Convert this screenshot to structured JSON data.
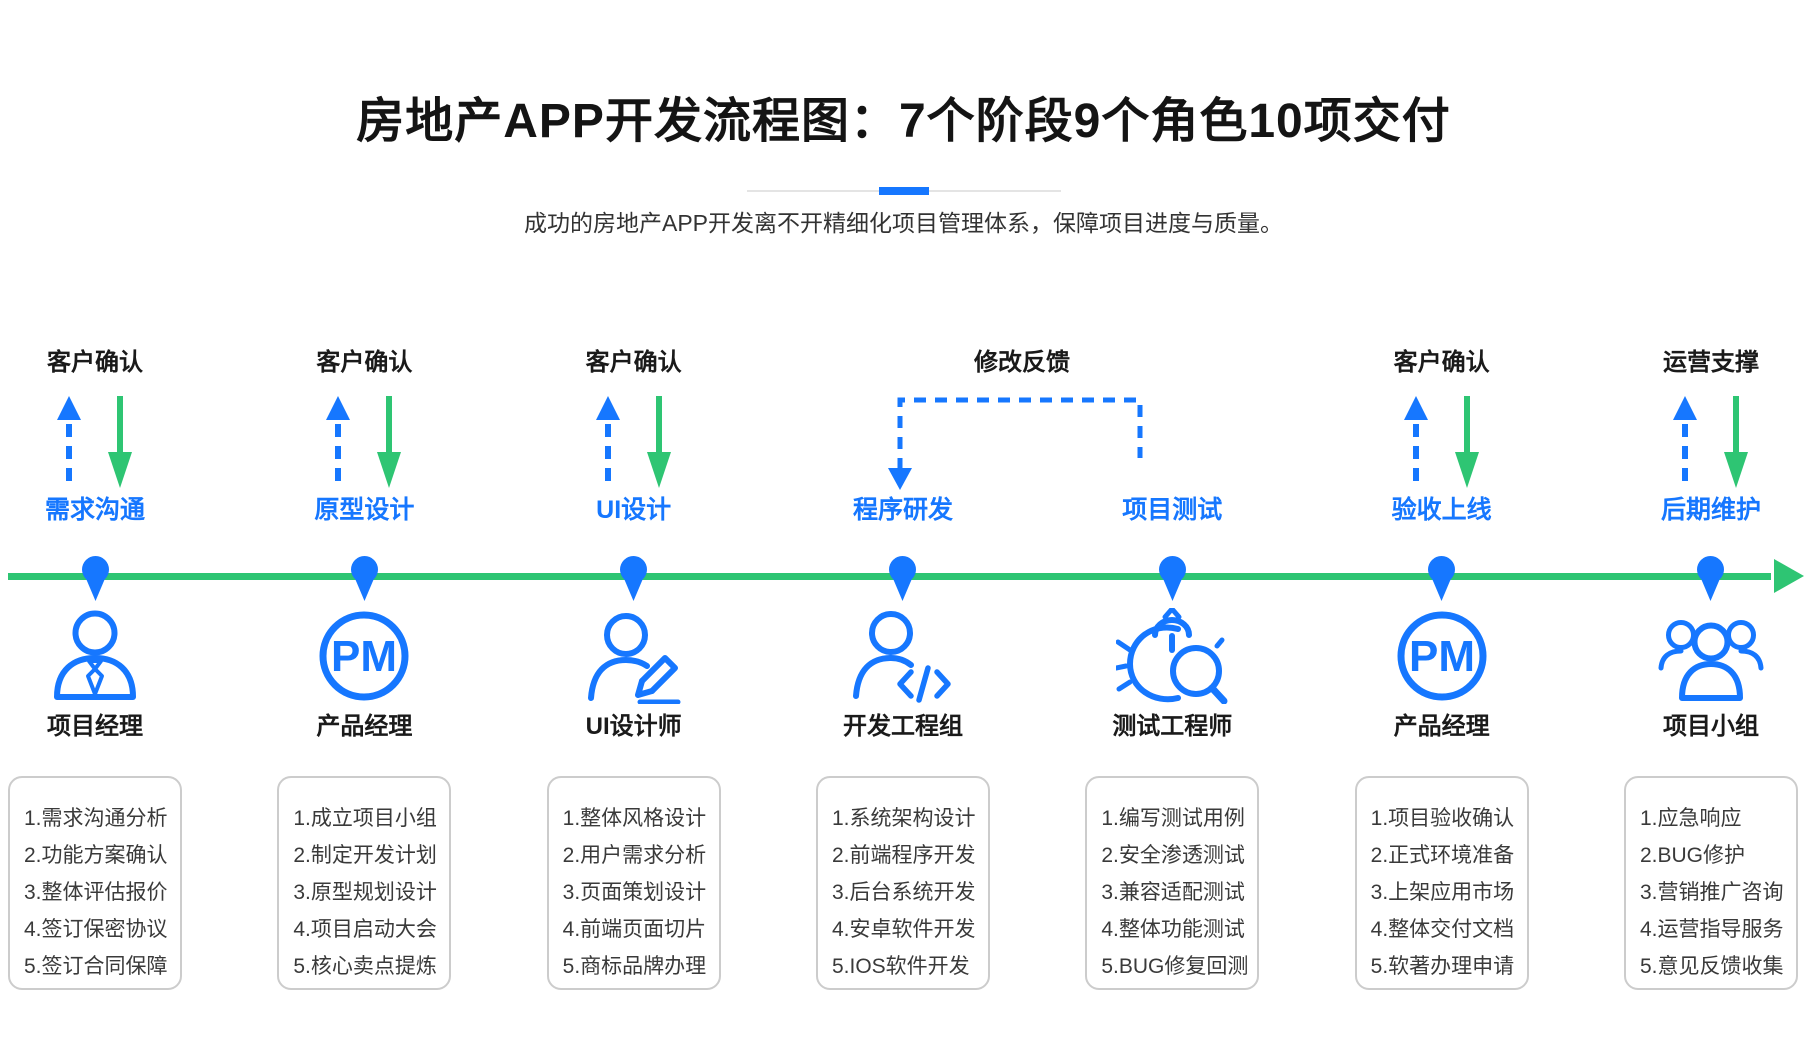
{
  "header": {
    "title": "房地产APP开发流程图：7个阶段9个角色10项交付",
    "subtitle": "成功的房地产APP开发离不开精细化项目管理体系，保障项目进度与质量。"
  },
  "feedback": {
    "label": "修改反馈"
  },
  "pm_badge_text": "PM",
  "colors": {
    "accent_blue": "#1677FF",
    "timeline_green": "#2EC573",
    "box_border": "#CCCCCC",
    "heading_text": "#1A1A1A",
    "list_text": "#3A3A3A"
  },
  "stages": [
    {
      "top_label": "客户确认",
      "stage_label": "需求沟通",
      "role": "项目经理",
      "icon": "project-manager-icon",
      "items": [
        "1.需求沟通分析",
        "2.功能方案确认",
        "3.整体评估报价",
        "4.签订保密协议",
        "5.签订合同保障"
      ]
    },
    {
      "top_label": "客户确认",
      "stage_label": "原型设计",
      "role": "产品经理",
      "icon": "pm-badge-icon",
      "items": [
        "1.成立项目小组",
        "2.制定开发计划",
        "3.原型规划设计",
        "4.项目启动大会",
        "5.核心卖点提炼"
      ]
    },
    {
      "top_label": "客户确认",
      "stage_label": "UI设计",
      "role": "UI设计师",
      "icon": "ui-designer-icon",
      "items": [
        "1.整体风格设计",
        "2.用户需求分析",
        "3.页面策划设计",
        "4.前端页面切片",
        "5.商标品牌办理"
      ]
    },
    {
      "top_label": "",
      "stage_label": "程序研发",
      "role": "开发工程组",
      "icon": "developer-icon",
      "items": [
        "1.系统架构设计",
        "2.前端程序开发",
        "3.后台系统开发",
        "4.安卓软件开发",
        "5.IOS软件开发"
      ]
    },
    {
      "top_label": "",
      "stage_label": "项目测试",
      "role": "测试工程师",
      "icon": "tester-bug-icon",
      "items": [
        "1.编写测试用例",
        "2.安全渗透测试",
        "3.兼容适配测试",
        "4.整体功能测试",
        "5.BUG修复回测"
      ]
    },
    {
      "top_label": "客户确认",
      "stage_label": "验收上线",
      "role": "产品经理",
      "icon": "pm-badge-icon",
      "items": [
        "1.项目验收确认",
        "2.正式环境准备",
        "3.上架应用市场",
        "4.整体交付文档",
        "5.软著办理申请"
      ]
    },
    {
      "top_label": "运营支撑",
      "stage_label": "后期维护",
      "role": "项目小组",
      "icon": "team-icon",
      "items": [
        "1.应急响应",
        "2.BUG修护",
        "3.营销推广咨询",
        "4.运营指导服务",
        "5.意见反馈收集"
      ]
    }
  ]
}
